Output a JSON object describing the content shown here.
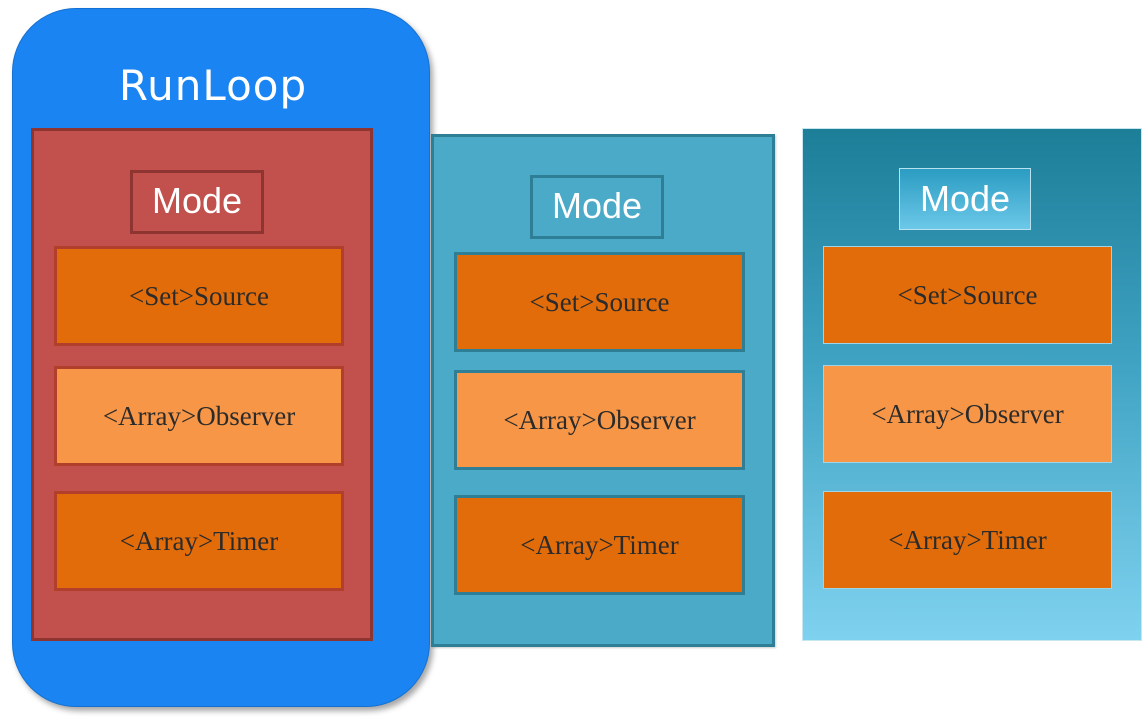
{
  "runloop": {
    "title": "RunLoop",
    "color": "#1a84f2"
  },
  "modes": [
    {
      "label": "Mode",
      "items": [
        "<Set>Source",
        "<Array>Observer",
        "<Array>Timer"
      ],
      "color": "#c2504d"
    },
    {
      "label": "Mode",
      "items": [
        "<Set>Source",
        "<Array>Observer",
        "<Array>Timer"
      ],
      "color": "#4aaac7"
    },
    {
      "label": "Mode",
      "items": [
        "<Set>Source",
        "<Array>Observer",
        "<Array>Timer"
      ],
      "color": "#3fa2c2"
    }
  ],
  "colors": {
    "source": "#e36c0a",
    "observer": "#f79646",
    "timer": "#e36c0a"
  }
}
